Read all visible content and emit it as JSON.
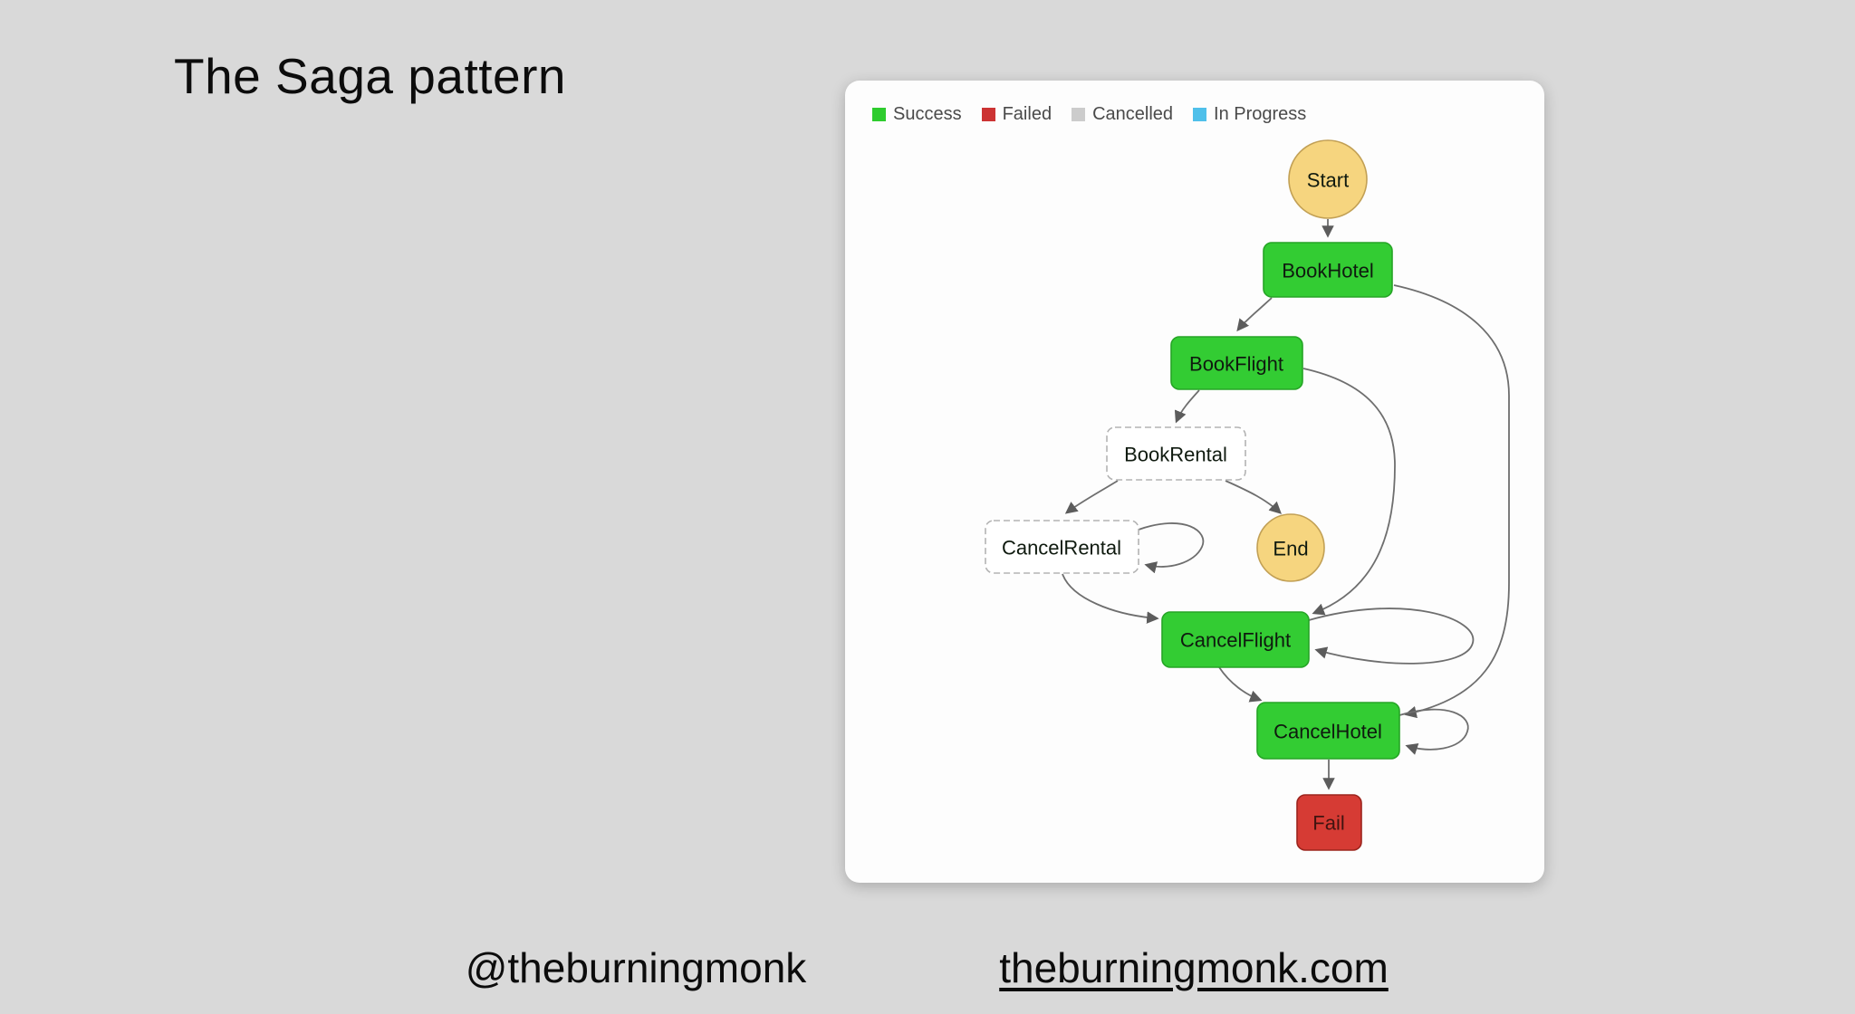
{
  "slide": {
    "title": "The Saga pattern",
    "footer": {
      "handle": "@theburningmonk",
      "website": "theburningmonk.com"
    },
    "background_color": "#d9d9d9"
  },
  "legend": {
    "items": [
      {
        "label": "Success",
        "color": "#2ecc2e"
      },
      {
        "label": "Failed",
        "color": "#cc3333"
      },
      {
        "label": "Cancelled",
        "color": "#cccccc"
      },
      {
        "label": "In Progress",
        "color": "#4fc0ea"
      }
    ]
  },
  "diagram": {
    "edge_color": "#6e6e6e",
    "nodes": {
      "start": {
        "label": "Start",
        "kind": "terminal",
        "fill": "#f6d57f"
      },
      "book_hotel": {
        "label": "BookHotel",
        "status": "success",
        "fill": "#33cc33"
      },
      "book_flight": {
        "label": "BookFlight",
        "status": "success",
        "fill": "#33cc33"
      },
      "book_rental": {
        "label": "BookRental",
        "status": "cancelled",
        "fill": "#ffffff"
      },
      "cancel_rental": {
        "label": "CancelRental",
        "status": "cancelled",
        "fill": "#ffffff"
      },
      "end": {
        "label": "End",
        "kind": "terminal",
        "fill": "#f6d57f"
      },
      "cancel_flight": {
        "label": "CancelFlight",
        "status": "success",
        "fill": "#33cc33"
      },
      "cancel_hotel": {
        "label": "CancelHotel",
        "status": "success",
        "fill": "#33cc33"
      },
      "fail": {
        "label": "Fail",
        "status": "failed",
        "fill": "#d63b34"
      }
    },
    "edges": [
      {
        "from": "Start",
        "to": "BookHotel"
      },
      {
        "from": "BookHotel",
        "to": "BookFlight"
      },
      {
        "from": "BookHotel",
        "to": "CancelHotel"
      },
      {
        "from": "BookFlight",
        "to": "BookRental"
      },
      {
        "from": "BookFlight",
        "to": "CancelFlight"
      },
      {
        "from": "BookRental",
        "to": "CancelRental"
      },
      {
        "from": "BookRental",
        "to": "End"
      },
      {
        "from": "CancelRental",
        "to": "CancelRental"
      },
      {
        "from": "CancelRental",
        "to": "CancelFlight"
      },
      {
        "from": "CancelFlight",
        "to": "CancelFlight"
      },
      {
        "from": "CancelFlight",
        "to": "CancelHotel"
      },
      {
        "from": "CancelHotel",
        "to": "CancelHotel"
      },
      {
        "from": "CancelHotel",
        "to": "Fail"
      }
    ]
  }
}
